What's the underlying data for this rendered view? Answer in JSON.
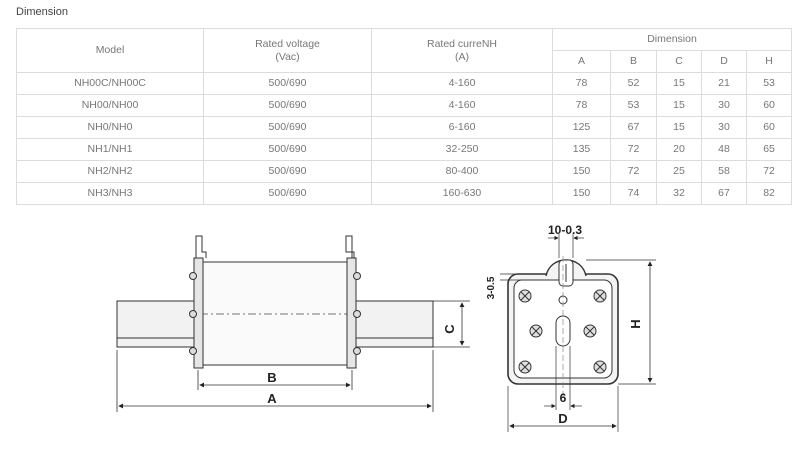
{
  "page": {
    "title": "Dimension"
  },
  "table": {
    "headers": {
      "model": "Model",
      "voltage_line1": "Rated voltage",
      "voltage_line2": "(Vac)",
      "current_line1": "Rated curreNH",
      "current_line2": "(A)",
      "dimension": "Dimension"
    },
    "dim_columns": [
      "A",
      "B",
      "C",
      "D",
      "H"
    ],
    "rows": [
      {
        "model": "NH00C/NH00C",
        "voltage": "500/690",
        "current": "4-160",
        "dims": [
          "78",
          "52",
          "15",
          "21",
          "53"
        ]
      },
      {
        "model": "NH00/NH00",
        "voltage": "500/690",
        "current": "4-160",
        "dims": [
          "78",
          "53",
          "15",
          "30",
          "60"
        ]
      },
      {
        "model": "NH0/NH0",
        "voltage": "500/690",
        "current": "6-160",
        "dims": [
          "125",
          "67",
          "15",
          "30",
          "60"
        ]
      },
      {
        "model": "NH1/NH1",
        "voltage": "500/690",
        "current": "32-250",
        "dims": [
          "135",
          "72",
          "20",
          "48",
          "65"
        ]
      },
      {
        "model": "NH2/NH2",
        "voltage": "500/690",
        "current": "80-400",
        "dims": [
          "150",
          "72",
          "25",
          "58",
          "72"
        ]
      },
      {
        "model": "NH3/NH3",
        "voltage": "500/690",
        "current": "160-630",
        "dims": [
          "150",
          "74",
          "32",
          "67",
          "82"
        ]
      }
    ]
  },
  "drawing": {
    "label_a": "A",
    "label_b": "B",
    "label_c": "C",
    "label_d": "D",
    "label_h": "H",
    "label_6": "6",
    "label_top": "10-0.3",
    "label_side": "3-0.5"
  }
}
